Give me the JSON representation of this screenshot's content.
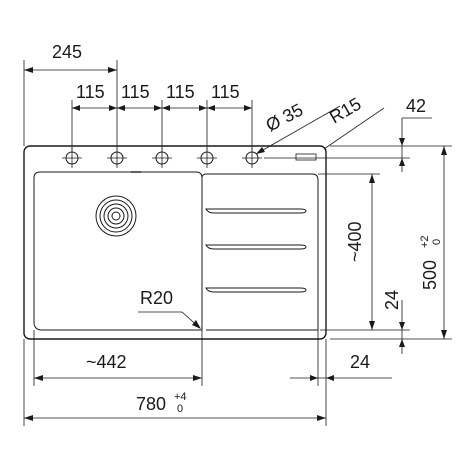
{
  "dimensions": {
    "top_offset": "245",
    "hole_spacing": [
      "115",
      "115",
      "115",
      "115"
    ],
    "hole_diameter": "Ø 35",
    "corner_radius": "R15",
    "edge_offset": "42",
    "bowl_depth": "~400",
    "drainer_offset": "24",
    "overall_depth": "500",
    "overall_depth_tol_upper": "+2",
    "overall_depth_tol_lower": "0",
    "inner_radius": "R20",
    "bowl_width": "~442",
    "bottom_offset": "24",
    "overall_width": "780",
    "overall_width_tol_upper": "+4",
    "overall_width_tol_lower": "0"
  }
}
